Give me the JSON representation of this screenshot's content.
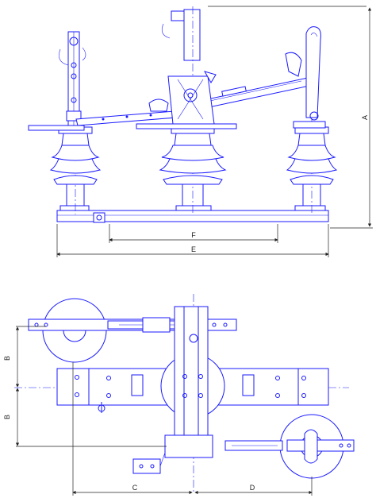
{
  "dimensions": {
    "A": "A",
    "B_upper": "B",
    "B_lower": "B",
    "C": "C",
    "D": "D",
    "E": "E",
    "F": "F"
  },
  "colors": {
    "line": "#1a1aff",
    "dimension": "#222222",
    "background": "#ffffff"
  }
}
